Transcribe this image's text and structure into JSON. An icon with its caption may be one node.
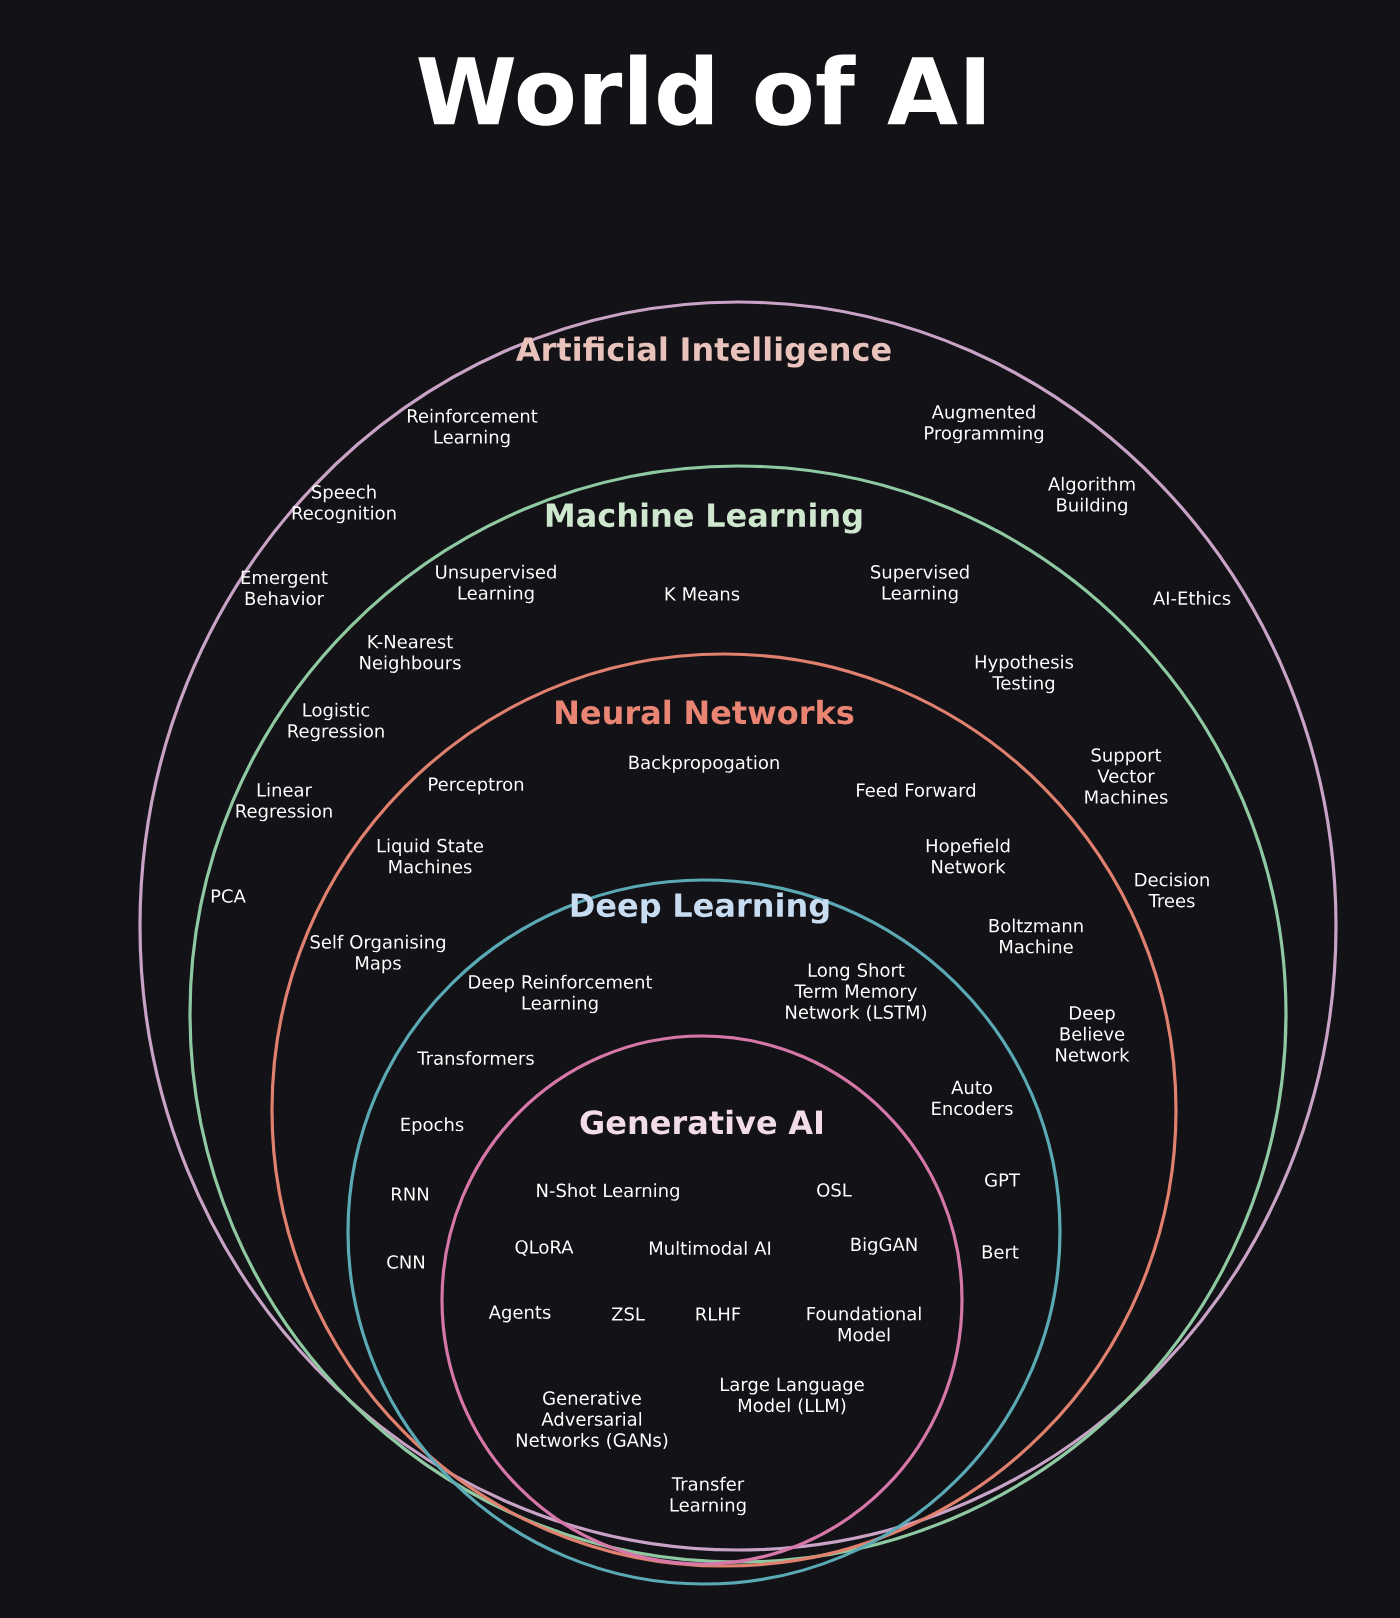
{
  "diagram": {
    "title": "World of AI",
    "nodes": [
      {
        "text": [
          "Artificial Intelligence",
          "Reinforcement Learning",
          "Augmented Programming",
          "Speech Recognition",
          "Algorithm Building",
          "Emergent Behavior",
          "AI-Ethics"
        ]
      },
      {
        "text": [
          "Machine Learning",
          "Unsupervised Learning",
          "K Means",
          "Supervised Learning",
          "K-Nearest Neighbours",
          "Hypothesis Testing",
          "Logistic Regression",
          "Support Vector Machines",
          "Linear Regression",
          "PCA",
          "Decision Trees"
        ],
        "in": 0
      },
      {
        "text": [
          "Neural Networks",
          "Backpropogation",
          "Perceptron",
          "Feed Forward",
          "Liquid State Machines",
          "Hopefield Network",
          "Self Organising Maps",
          "Boltzmann Machine",
          "Deep Believe Network"
        ],
        "in": 1
      },
      {
        "text": [
          "Deep Learning",
          "Deep Reinforcement Learning",
          "Long Short Term Memory Network (LSTM)",
          "Transformers",
          "Auto Encoders",
          "Epochs",
          "GPT",
          "RNN",
          "Bert",
          "CNN"
        ],
        "in": 2
      },
      {
        "text": [
          "Generative AI",
          "N-Shot Learning",
          "OSL",
          "QLoRA",
          "Multimodal AI",
          "BigGAN",
          "Agents",
          "ZSL",
          "RLHF",
          "Foundational Model",
          "Generative Adversarial Networks (GANs)",
          "Large Language Model (LLM)",
          "Transfer Learning"
        ],
        "in": 3
      }
    ]
  }
}
